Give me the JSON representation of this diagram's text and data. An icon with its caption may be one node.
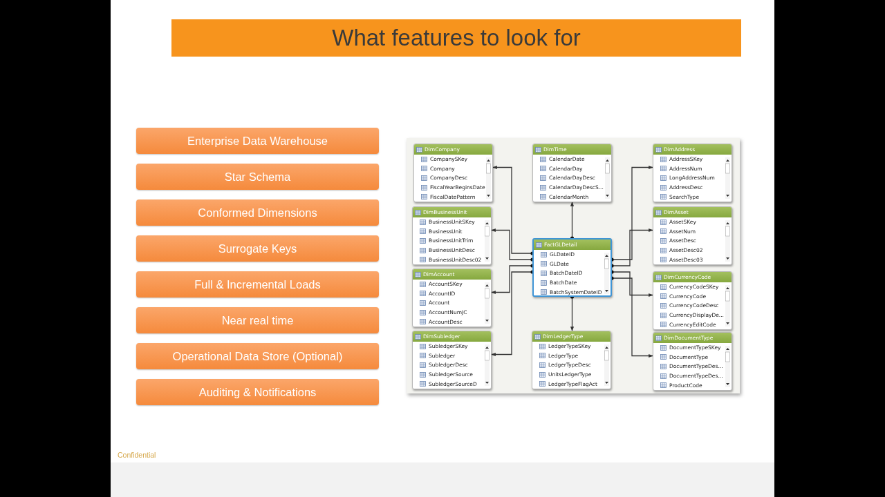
{
  "diagram": {
    "title": "What features to look for",
    "nodes": [
      {
        "text": [
          "Enterprise Data Warehouse"
        ]
      },
      {
        "text": [
          "Star Schema"
        ]
      },
      {
        "text": [
          "Conformed Dimensions"
        ]
      },
      {
        "text": [
          "Surrogate Keys"
        ]
      },
      {
        "text": [
          "Full & Incremental Loads"
        ]
      },
      {
        "text": [
          "Near real time"
        ]
      },
      {
        "text": [
          "Operational Data Store (Optional)"
        ]
      },
      {
        "text": [
          "Auditing & Notifications"
        ]
      },
      {
        "text": [
          "DimCompany",
          "CompanySKey",
          "Company",
          "CompanyDesc",
          "FiscalYearBeginsDate",
          "FiscalDatePattern"
        ]
      },
      {
        "text": [
          "DimTime",
          "CalendarDate",
          "CalendarDay",
          "CalendarDayDesc",
          "CalendarDayDescS...",
          "CalendarMonth"
        ]
      },
      {
        "text": [
          "DimAddress",
          "AddressSKey",
          "AddressNum",
          "LongAddressNum",
          "AddressDesc",
          "SearchType"
        ]
      },
      {
        "text": [
          "DimBusinessUnit",
          "BusinessUnitSKey",
          "BusinessUnit",
          "BusinessUnitTrim",
          "BusinessUnitDesc",
          "BusinessUnitDesc02"
        ]
      },
      {
        "text": [
          "FactGLDetail",
          "GLDateID",
          "GLDate",
          "BatchDateID",
          "BatchDate",
          "BatchSystemDateID"
        ]
      },
      {
        "text": [
          "DimAsset",
          "AssetSKey",
          "AssetNum",
          "AssetDesc",
          "AssetDesc02",
          "AssetDesc03"
        ]
      },
      {
        "text": [
          "DimAccount",
          "AccountSKey",
          "AccountID",
          "Account",
          "AccountNumJC",
          "AccountDesc"
        ]
      },
      {
        "text": [
          "DimCurrencyCode",
          "CurrencyCodeSKey",
          "CurrencyCode",
          "CurrencyCodeDesc",
          "CurrencyDisplayDe...",
          "CurrencyEditCode"
        ]
      },
      {
        "text": [
          "DimSubledger",
          "SubledgerSKey",
          "Subledger",
          "SubledgerDesc",
          "SubledgerSource",
          "SubledgerSourceD"
        ]
      },
      {
        "text": [
          "DimLedgerType",
          "LedgerTypeSKey",
          "LedgerType",
          "LedgerTypeDesc",
          "UnitsLedgerType",
          "LedgerTypeFlagAct"
        ]
      },
      {
        "text": [
          "DimDocumentType",
          "DocumentTypeSKey",
          "DocumentType",
          "DocumentTypeDes...",
          "DocumentTypeDes...",
          "ProductCode"
        ]
      }
    ],
    "edges": [
      {
        "from": 12,
        "to": 8,
        "arrow": "to"
      },
      {
        "from": 12,
        "to": 11,
        "arrow": "to"
      },
      {
        "from": 12,
        "to": 14,
        "arrow": "to"
      },
      {
        "from": 12,
        "to": 16,
        "arrow": "to"
      },
      {
        "from": 12,
        "to": 9,
        "arrow": "to"
      },
      {
        "from": 12,
        "to": 17,
        "arrow": "to"
      },
      {
        "from": 12,
        "to": 10,
        "arrow": "to"
      },
      {
        "from": 12,
        "to": 13,
        "arrow": "to"
      },
      {
        "from": 12,
        "to": 15,
        "arrow": "to"
      },
      {
        "from": 12,
        "to": 18,
        "arrow": "to"
      }
    ],
    "labels": [
      "Confidential"
    ]
  }
}
